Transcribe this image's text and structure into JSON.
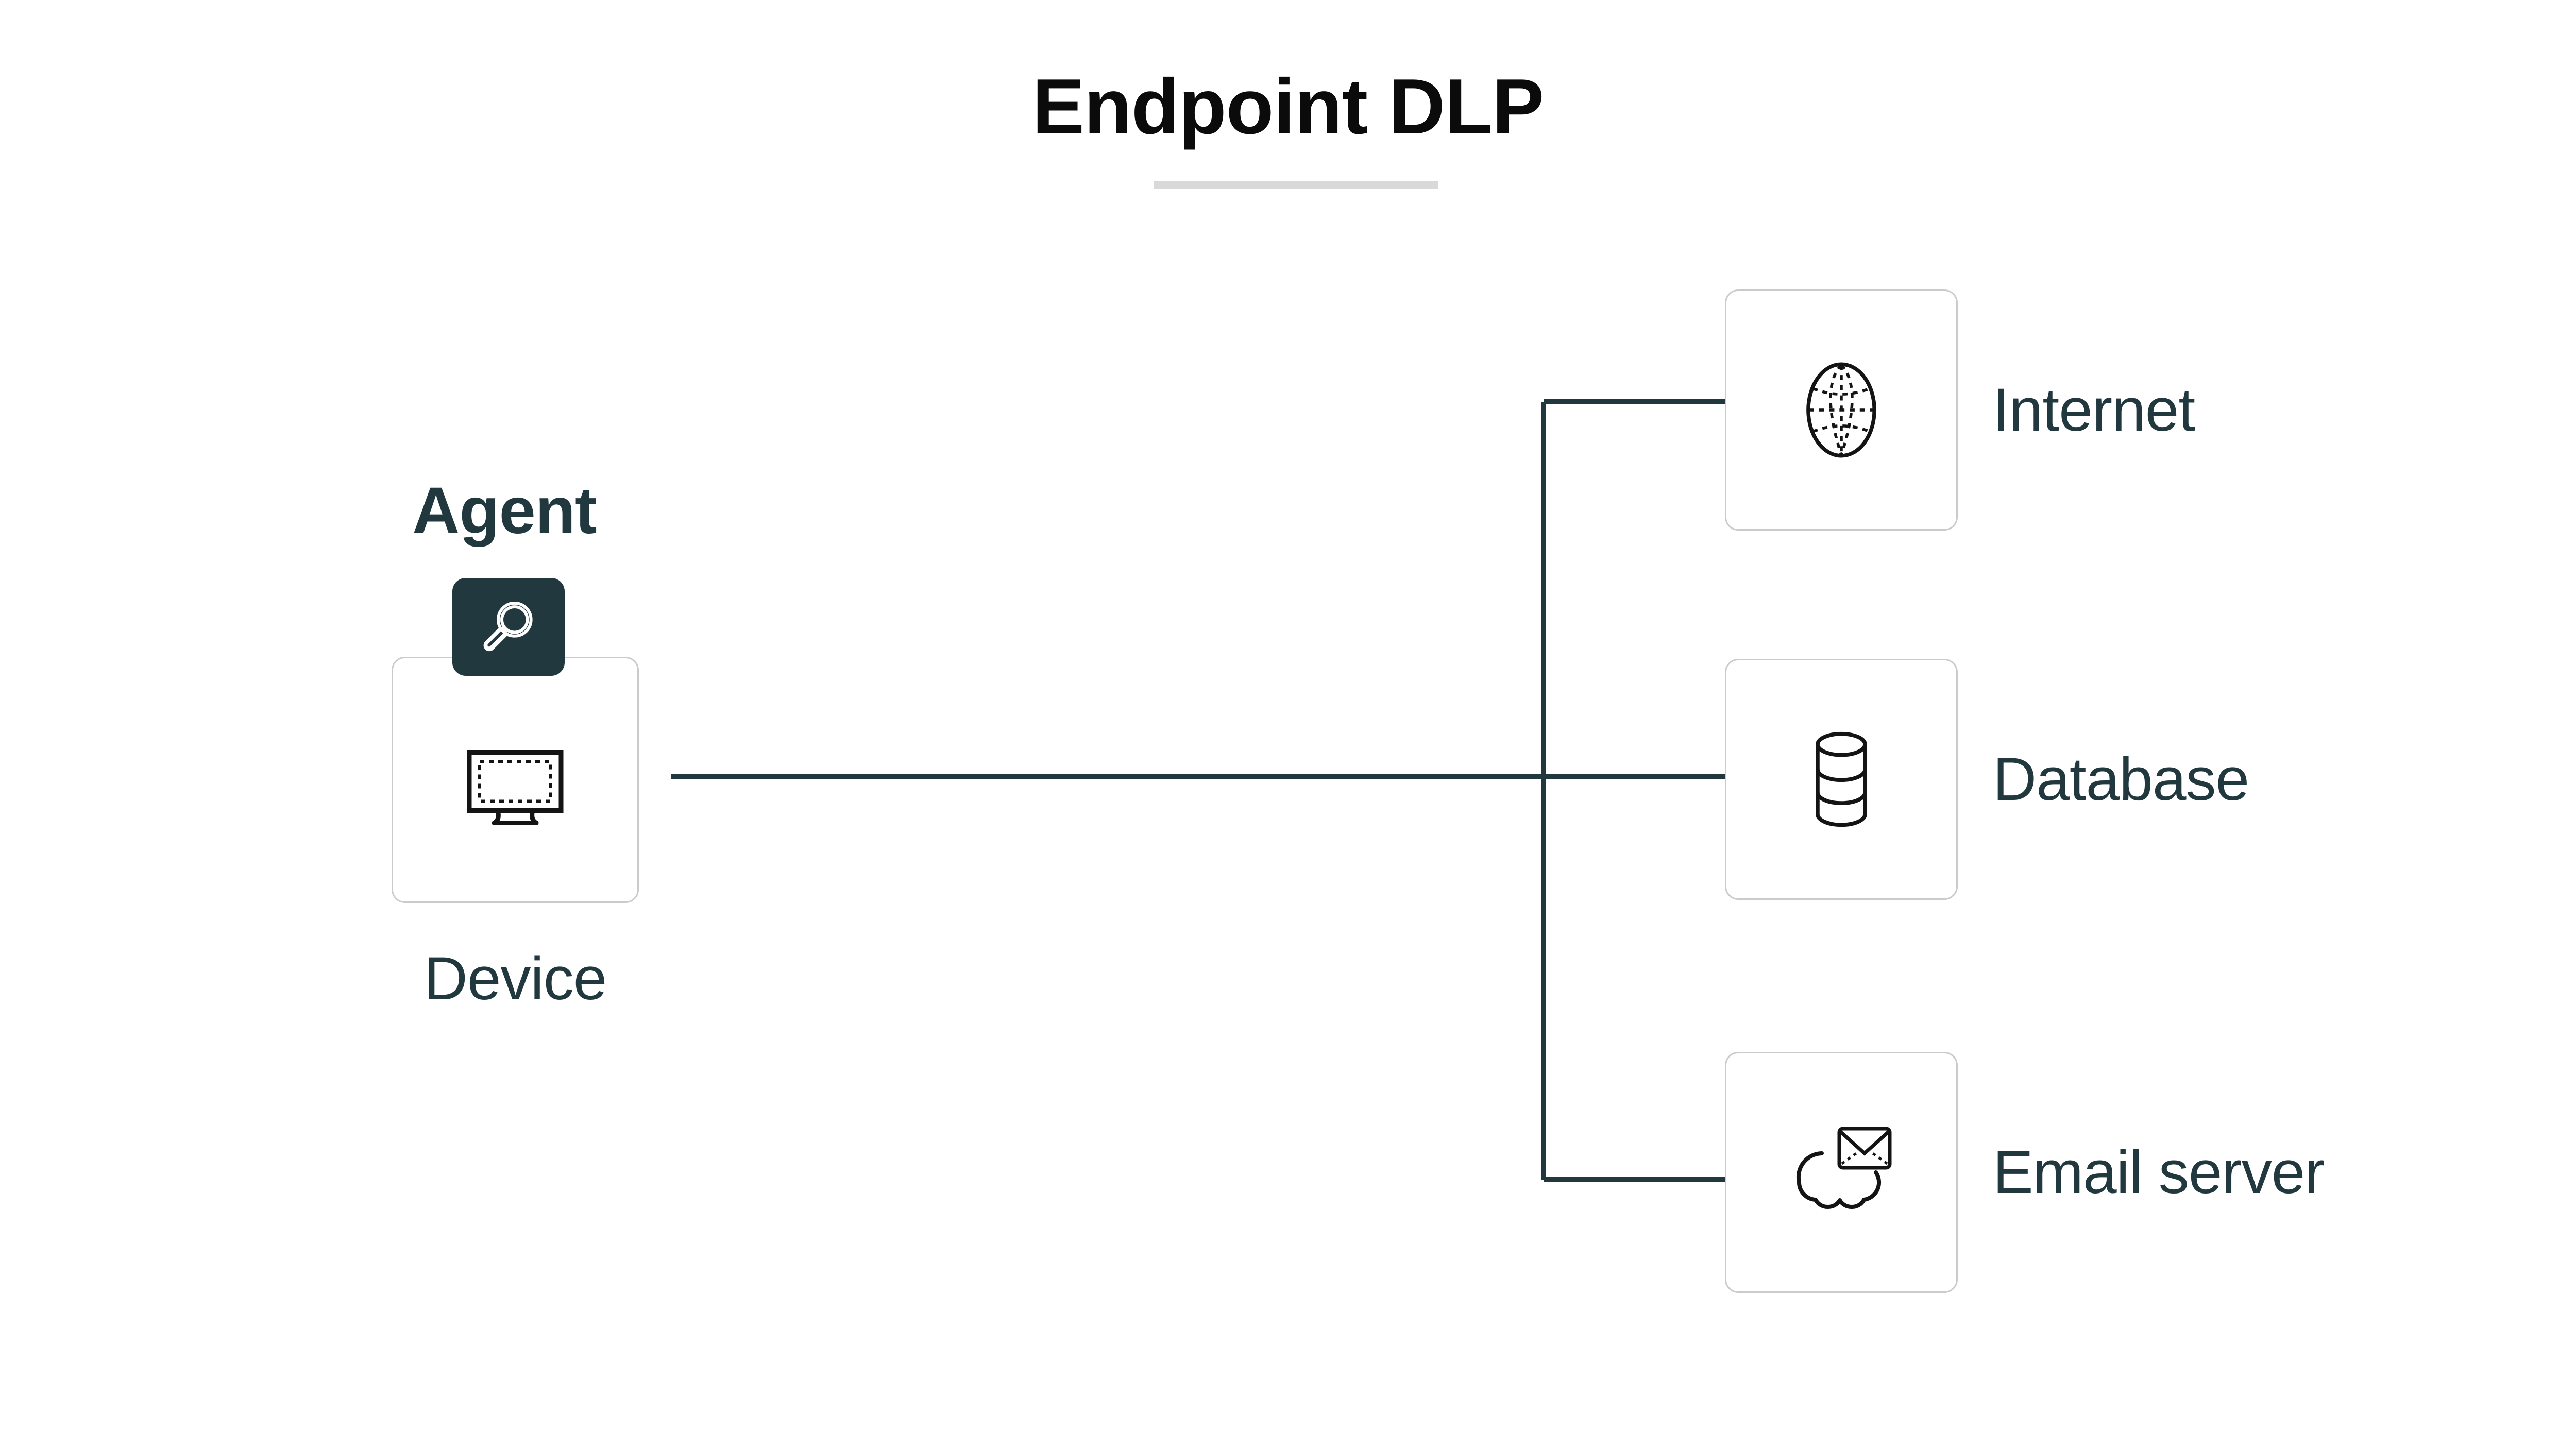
{
  "page": {
    "title": "Endpoint DLP",
    "background": "#ffffff",
    "accent_color": "#21383e",
    "card_border_color": "#cbcbcb",
    "title_color": "#0b0b0b",
    "rule_color": "#d9d9d9"
  },
  "diagram": {
    "type": "network-topology",
    "left_cluster": {
      "badge_label": "Agent",
      "badge_icon": "magnifier-icon",
      "node_label": "Device",
      "node_icon": "monitor-icon"
    },
    "right_nodes": [
      {
        "label": "Internet",
        "icon": "globe-icon"
      },
      {
        "label": "Database",
        "icon": "database-cylinder-icon"
      },
      {
        "label": "Email server",
        "icon": "envelope-cloud-icon"
      }
    ],
    "connections": [
      {
        "from": "Device",
        "to": "Internet"
      },
      {
        "from": "Device",
        "to": "Database"
      },
      {
        "from": "Device",
        "to": "Email server"
      }
    ]
  }
}
